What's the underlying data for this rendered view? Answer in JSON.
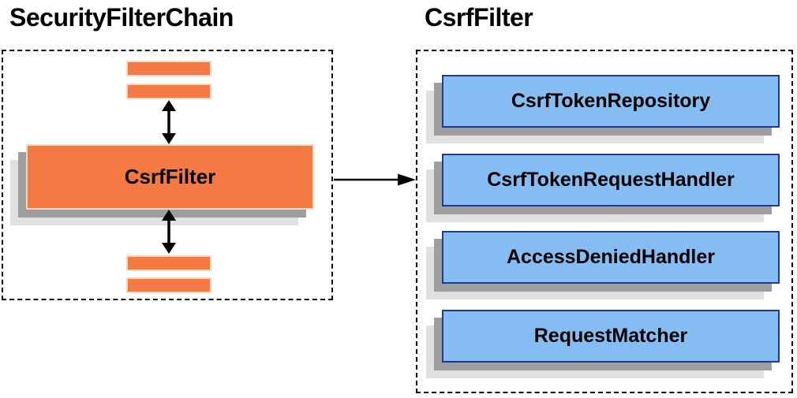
{
  "colors": {
    "orange-fill": "#F47942",
    "orange-border": "#FAD7BC",
    "blue-fill": "#85BCF2",
    "blue-border": "#1E3A96",
    "shadow-dark": "#9E9E9E",
    "shadow-light": "#E0E0E0",
    "line-black": "#000000"
  },
  "left_panel": {
    "title": "SecurityFilterChain",
    "filter_label": "CsrfFilter"
  },
  "right_panel": {
    "title": "CsrfFilter",
    "components": [
      {
        "label": "CsrfTokenRepository"
      },
      {
        "label": "CsrfTokenRequestHandler"
      },
      {
        "label": "AccessDeniedHandler"
      },
      {
        "label": "RequestMatcher"
      }
    ]
  }
}
